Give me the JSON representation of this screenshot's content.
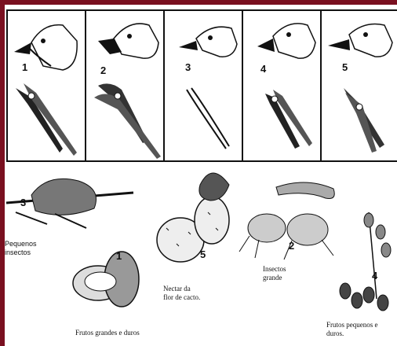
{
  "colors": {
    "frame": "#7a1020",
    "ink": "#111111"
  },
  "beaks": [
    {
      "number": "1",
      "tool": "pliers-icon"
    },
    {
      "number": "2",
      "tool": "pliers-icon"
    },
    {
      "number": "3",
      "tool": "tweezers-icon"
    },
    {
      "number": "4",
      "tool": "pliers-icon"
    },
    {
      "number": "5",
      "tool": "needle-nose-pliers-icon"
    }
  ],
  "foods": {
    "insects_small": {
      "number": "3",
      "label": "Pequenos\ninsectos"
    },
    "fruits_large": {
      "number": "1",
      "label": "Frutos grandes e duros"
    },
    "cactus": {
      "number": "5",
      "label": "Nectar da\nflor de cacto."
    },
    "insects_large": {
      "number": "2",
      "label": "Insectos\ngrande"
    },
    "fruits_small": {
      "number": "4",
      "label": "Frutos pequenos e\nduros."
    }
  }
}
